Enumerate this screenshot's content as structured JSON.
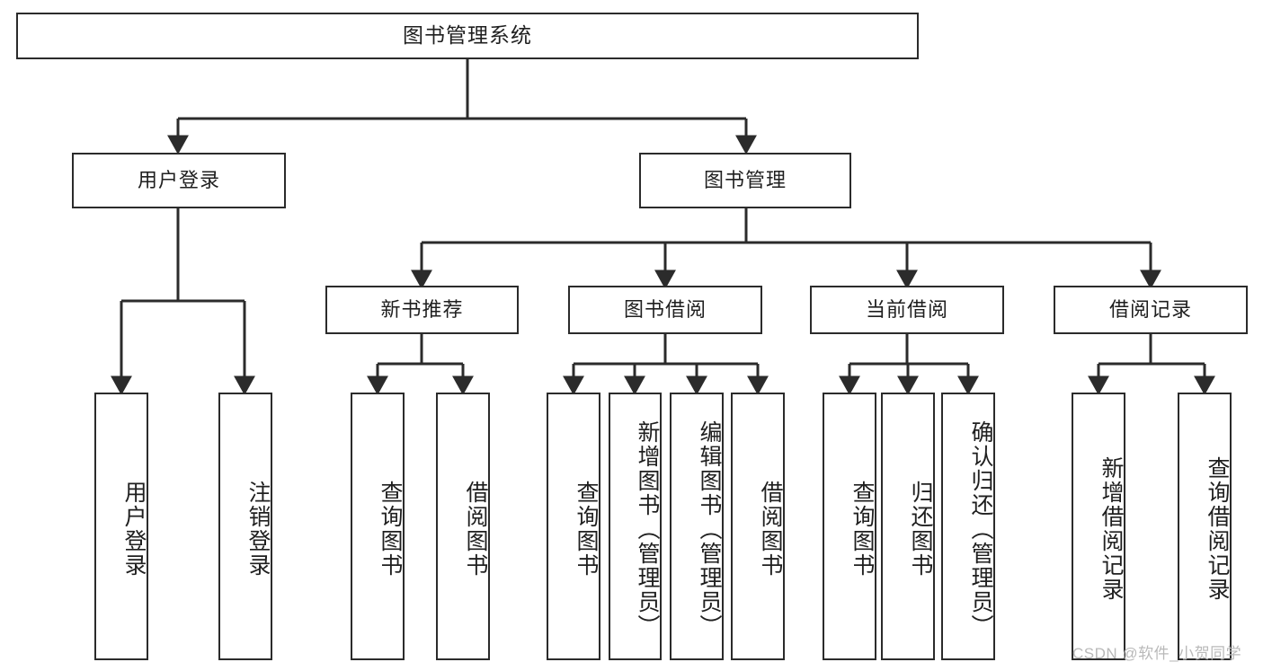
{
  "diagram": {
    "type": "tree-hierarchy-chart",
    "title": "图书管理系统",
    "line_color": "#2b2b2b",
    "box_fill": "#ffffff",
    "text_color": "#1f1f1f",
    "root": {
      "label": "图书管理系统"
    },
    "level2": [
      {
        "label": "用户登录"
      },
      {
        "label": "图书管理"
      }
    ],
    "level3": [
      {
        "label": "新书推荐"
      },
      {
        "label": "图书借阅"
      },
      {
        "label": "当前借阅"
      },
      {
        "label": "借阅记录"
      }
    ],
    "leaves": {
      "user_login": [
        {
          "label": "用户登录"
        },
        {
          "label": "注销登录"
        }
      ],
      "new_book_recommend": [
        {
          "label": "查询图书"
        },
        {
          "label": "借阅图书"
        }
      ],
      "book_borrow": [
        {
          "label": "查询图书"
        },
        {
          "label": "新增图书（管理员）"
        },
        {
          "label": "编辑图书（管理员）"
        },
        {
          "label": "借阅图书"
        }
      ],
      "current_borrow": [
        {
          "label": "查询图书"
        },
        {
          "label": "归还图书"
        },
        {
          "label": "确认归还（管理员）"
        }
      ],
      "borrow_record": [
        {
          "label": "新增借阅记录"
        },
        {
          "label": "查询借阅记录"
        }
      ]
    }
  },
  "watermark": {
    "text": "CSDN @软件_小贺同学",
    "color": "#b9b9b9"
  }
}
